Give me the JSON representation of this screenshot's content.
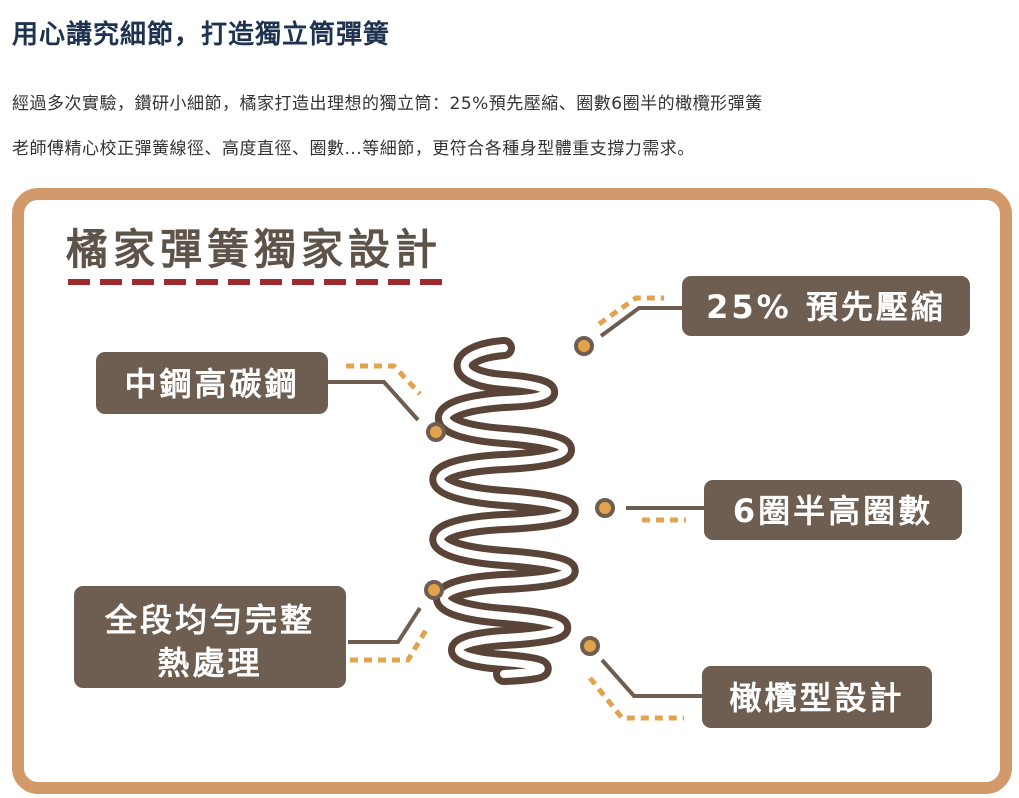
{
  "header": {
    "title": "用心講究細節，打造獨立筒彈簧",
    "desc_line1": "經過多次實驗，鑽研小細節，橘家打造出理想的獨立筒：25%預先壓縮、圈數6圈半的橄欖形彈簧",
    "desc_line2": "老師傅精心校正彈簧線徑、高度直徑、圈數...等細節，更符合各種身型體重支撐力需求。"
  },
  "diagram": {
    "title": "橘家彈簧獨家設計",
    "labels": {
      "precompression": "25% 預先壓縮",
      "steel": "中鋼高碳鋼",
      "coils": "6圈半高圈數",
      "heat_line1": "全段均勻完整",
      "heat_line2": "熱處理",
      "olive": "橄欖型設計"
    },
    "colors": {
      "frame": "#d29a6b",
      "box": "#6e5e52",
      "spring": "#5a4337",
      "accent": "#e3a24e",
      "title_underline": "#9e2a2b"
    }
  }
}
